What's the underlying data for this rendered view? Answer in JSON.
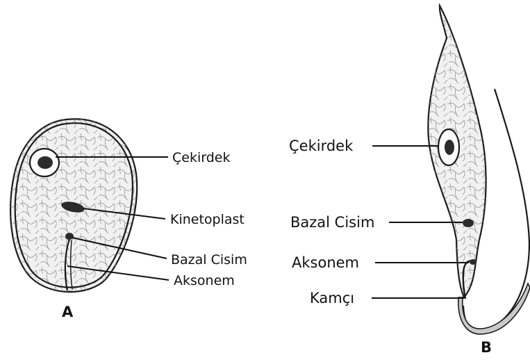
{
  "figure_a": {
    "letter": "A",
    "labels": {
      "nucleus": "Çekirdek",
      "kinetoplast": "Kinetoplast",
      "basal_body": "Bazal Cisim",
      "axoneme": "Aksonem"
    }
  },
  "figure_b": {
    "letter": "B",
    "labels": {
      "nucleus": "Çekirdek",
      "basal_body": "Bazal Cisim",
      "axoneme": "Aksonem",
      "flagellum": "Kamçı"
    }
  },
  "colors": {
    "ink": "#111111",
    "cytoplasm": "#f1f1f1",
    "organelle": "#2b2b2b",
    "flagellum_fill": "#c9c9c9"
  }
}
